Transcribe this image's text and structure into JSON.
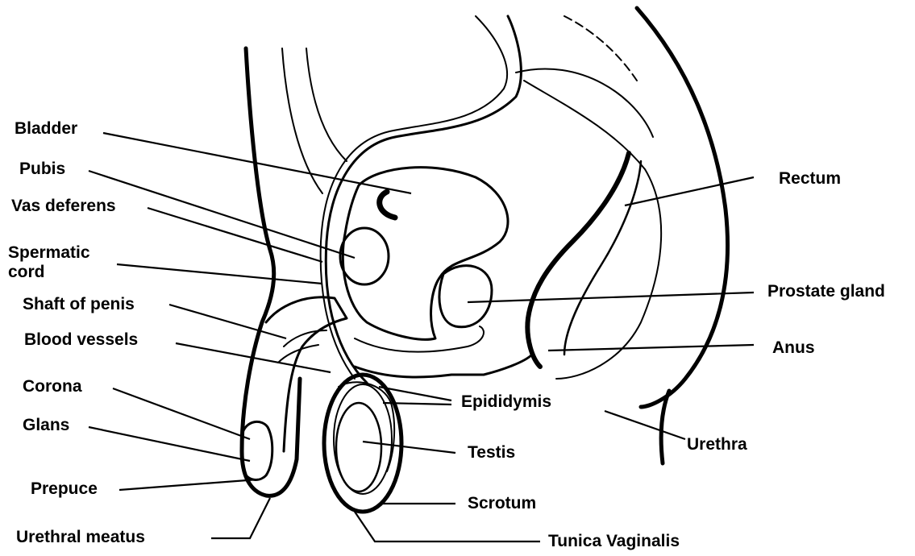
{
  "labels": {
    "bladder": "Bladder",
    "pubis": "Pubis",
    "vas_deferens": "Vas deferens",
    "spermatic_cord": "Spermatic cord",
    "shaft_of_penis": "Shaft of penis",
    "blood_vessels": "Blood vessels",
    "corona": "Corona",
    "glans": "Glans",
    "prepuce": "Prepuce",
    "urethral_meatus": "Urethral meatus",
    "rectum": "Rectum",
    "prostate_gland": "Prostate gland",
    "anus": "Anus",
    "epididymis": "Epididymis",
    "urethra": "Urethra",
    "testis": "Testis",
    "scrotum": "Scrotum",
    "tunica_vaginalis": "Tunica Vaginalis"
  }
}
